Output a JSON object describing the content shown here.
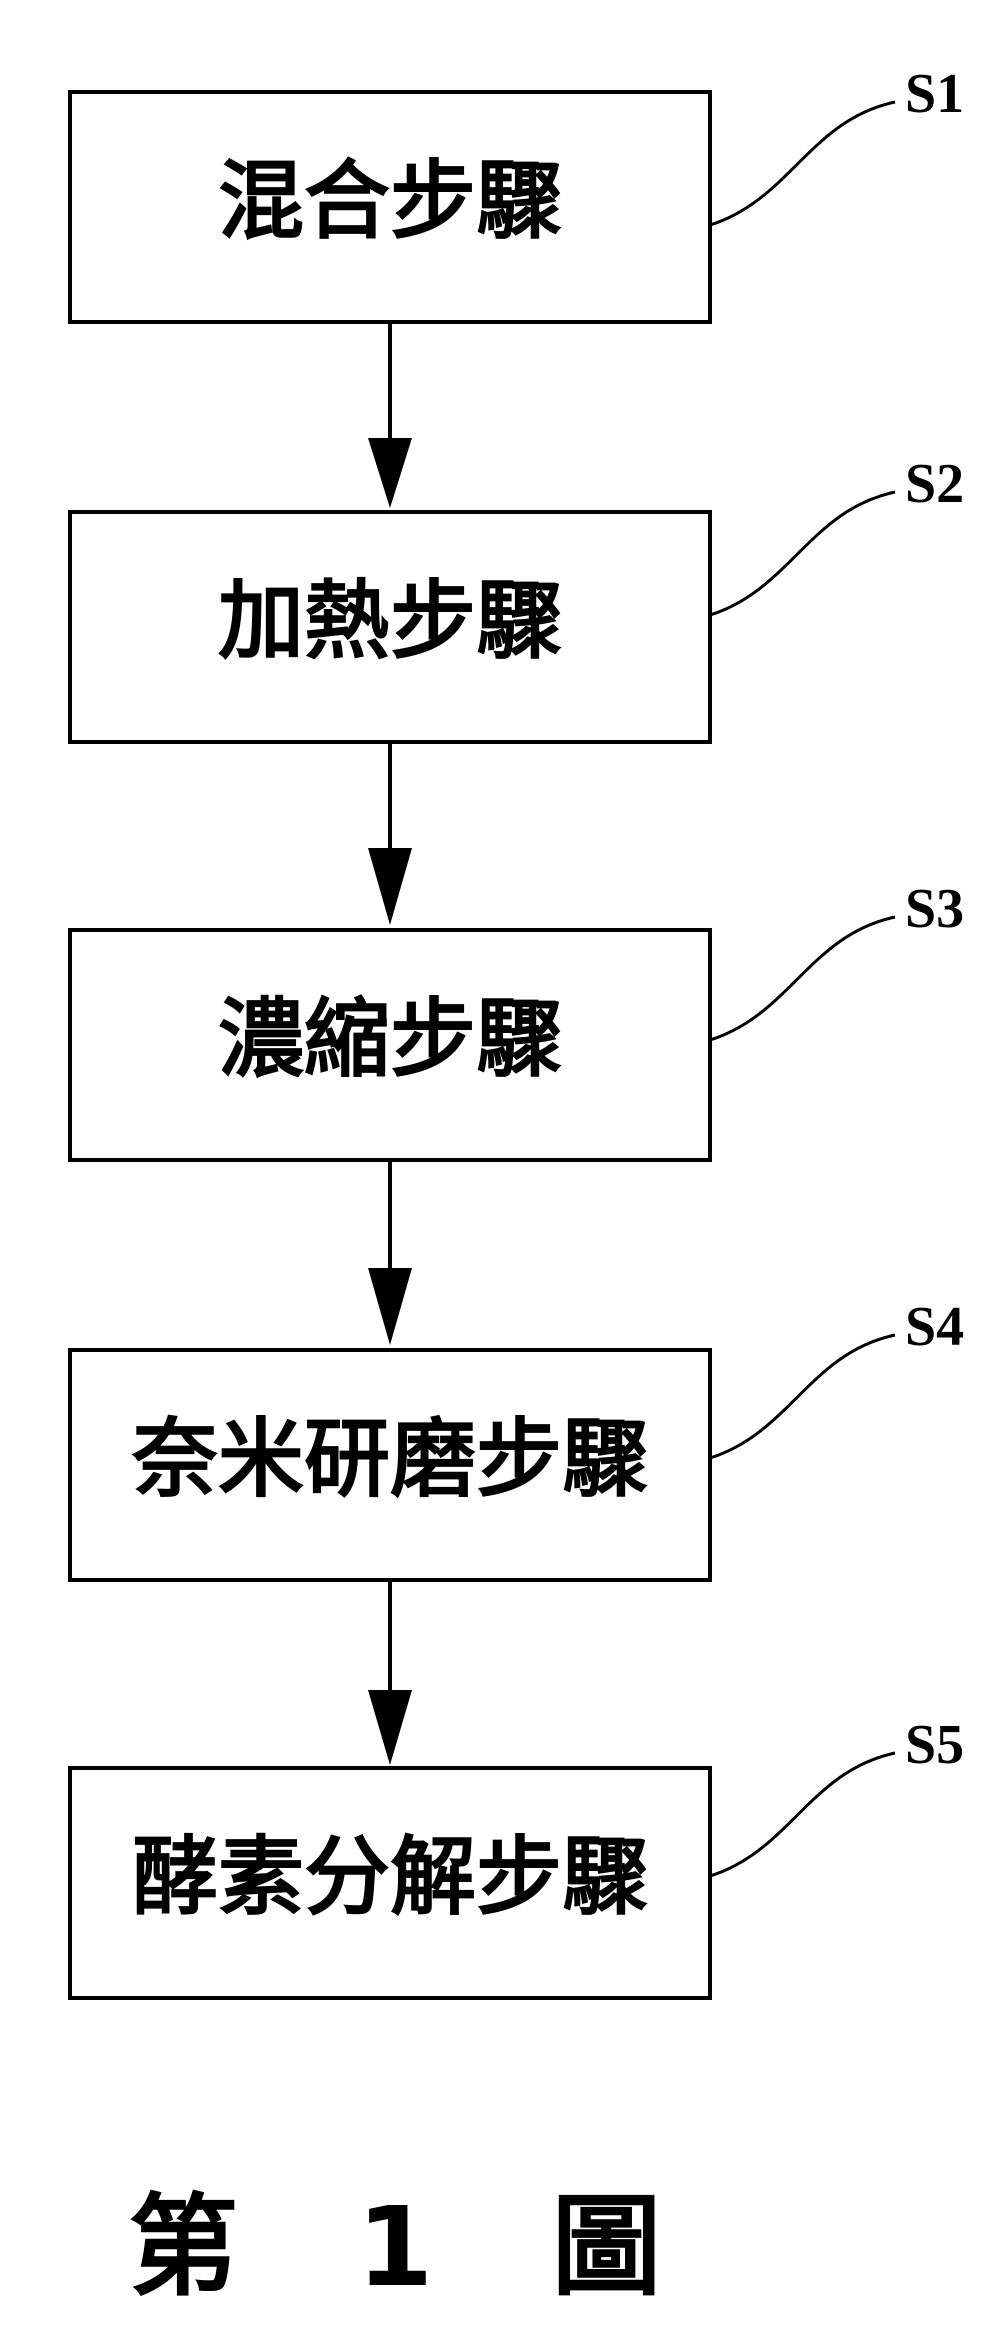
{
  "diagram": {
    "type": "flowchart",
    "steps": [
      {
        "label": "S1",
        "text": "混合步驟"
      },
      {
        "label": "S2",
        "text": "加熱步驟"
      },
      {
        "label": "S3",
        "text": "濃縮步驟"
      },
      {
        "label": "S4",
        "text": "奈米研磨步驟"
      },
      {
        "label": "S5",
        "text": "酵素分解步驟"
      }
    ],
    "caption": "第 1 圖"
  }
}
